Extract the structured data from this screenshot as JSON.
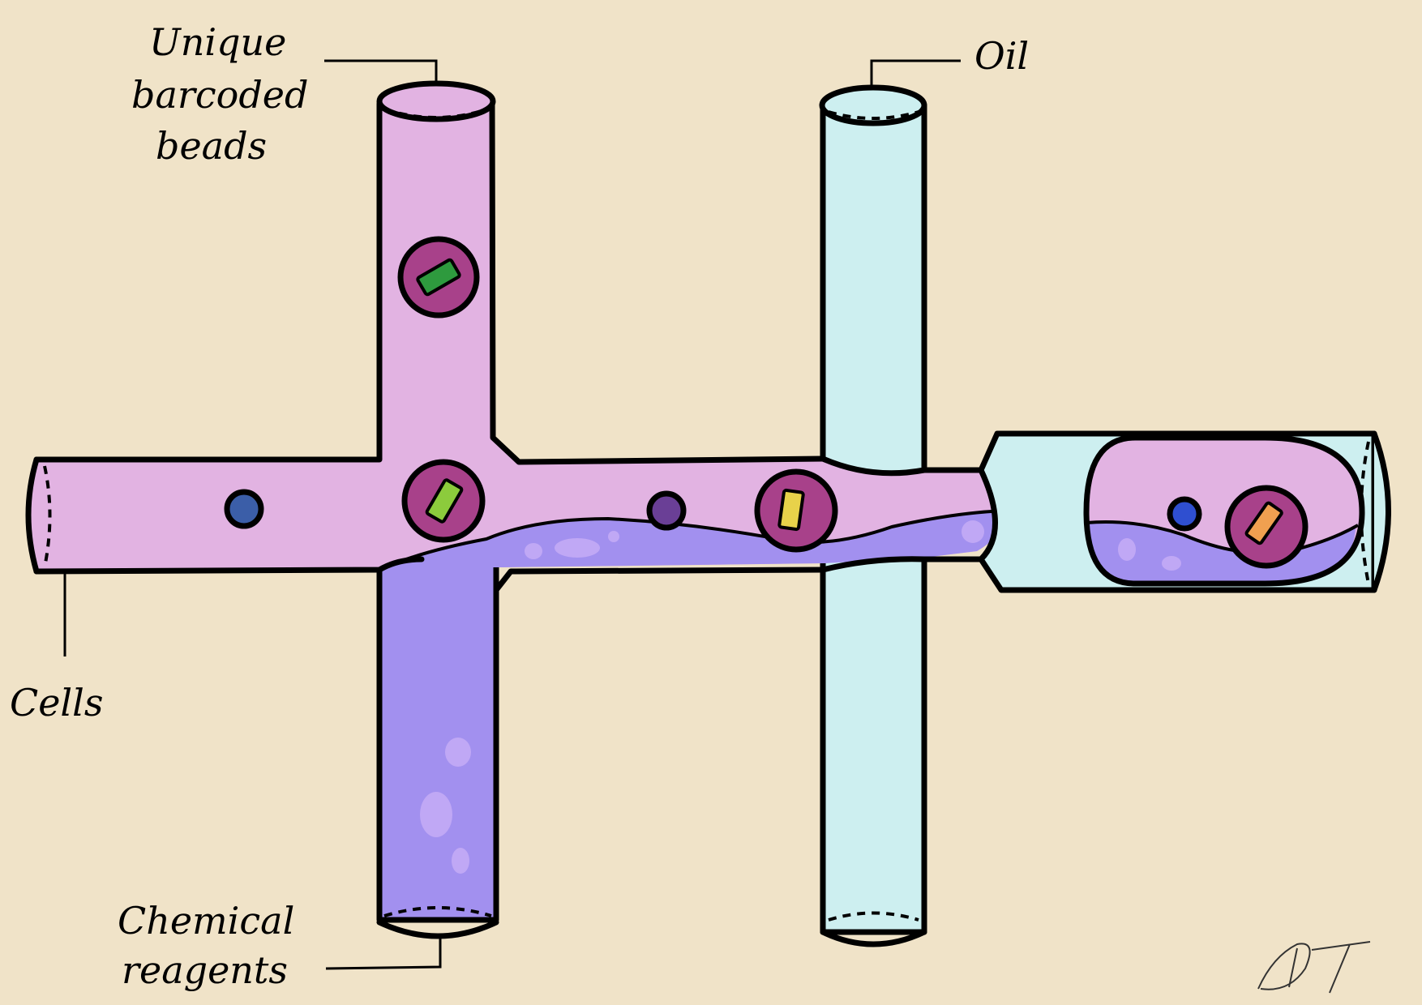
{
  "labels": {
    "beads_line1": "Unique",
    "beads_line2": "barcoded",
    "beads_line3": "beads",
    "oil": "Oil",
    "cells": "Cells",
    "reagents_line1": "Chemical",
    "reagents_line2": "reagents",
    "signature": "DT"
  },
  "colors": {
    "background": "#f0e3c8",
    "cells_channel": "#e2b3e2",
    "reagent_channel": "#a290ef",
    "oil_channel": "#cdeff0",
    "bead": "#a8418a",
    "cell": "#3b5ea8",
    "barcode_green": "#2e9a3e",
    "barcode_lightgreen": "#8ccb3c",
    "barcode_yellow": "#e8d24a",
    "barcode_orange": "#f0a050"
  },
  "icons": [
    "bead-icon",
    "cell-icon",
    "barcode-icon",
    "droplet-icon"
  ]
}
